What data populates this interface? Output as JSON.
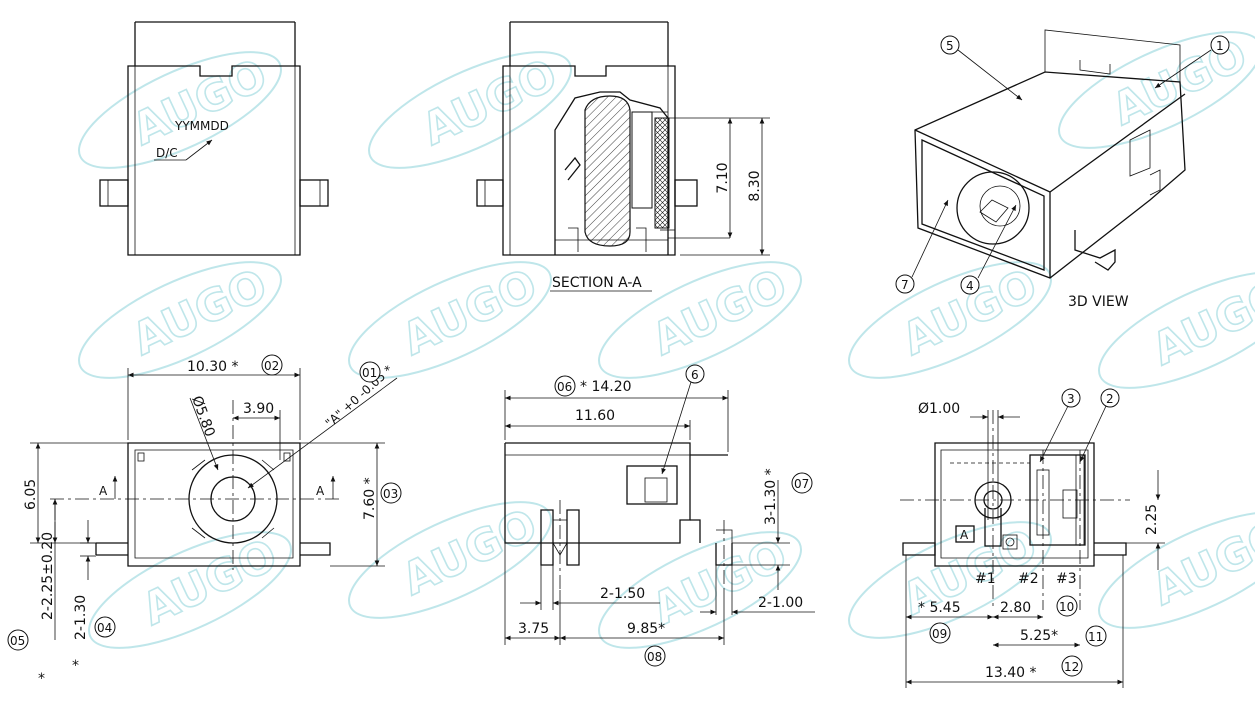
{
  "watermark": "AUGO",
  "top_views": {
    "date_code_marking": "YYMMDD",
    "date_code_label": "D/C",
    "section_title": "SECTION A-A",
    "section_dims": [
      "7.10",
      "8.30"
    ],
    "view_3d_title": "3D VIEW",
    "callouts_3d": [
      "1",
      "5",
      "7",
      "4"
    ]
  },
  "front_view": {
    "width_dim": "10.30 *",
    "width_code": "02",
    "diameter": "Ø5.80",
    "offset_dim": "3.90",
    "a_dim": "\"A\" +0 -0.05 *",
    "a_code": "01",
    "height_dim": "6.05",
    "overall_height": "7.60 *",
    "overall_height_code": "03",
    "section_mark": "A",
    "pin_height": "2-2.25±0.20",
    "pin_height_code": "05",
    "pin_offset": "2-1.30",
    "pin_offset_code": "04",
    "star": "*"
  },
  "side_view": {
    "length_dim": "* 14.20",
    "length_code": "06",
    "inner_length": "11.60",
    "callout": "6",
    "right_dim": "3-1.30 *",
    "right_code": "07",
    "pin_dim_1": "2-1.50",
    "pin_dim_2": "2-1.00",
    "left_dim": "3.75",
    "bottom_dim": "9.85*",
    "bottom_code": "08"
  },
  "rear_view": {
    "hole_dim": "Ø1.00",
    "callouts": [
      "3",
      "2"
    ],
    "vertical_dim": "2.25",
    "pin_labels": [
      "#1",
      "#2",
      "#3"
    ],
    "polarity_mark": "A",
    "dim_545": "* 5.45",
    "dim_545_code": "09",
    "dim_280": "2.80",
    "dim_280_code": "10",
    "dim_525": "5.25*",
    "dim_525_code": "11",
    "overall": "13.40 *",
    "overall_code": "12"
  }
}
